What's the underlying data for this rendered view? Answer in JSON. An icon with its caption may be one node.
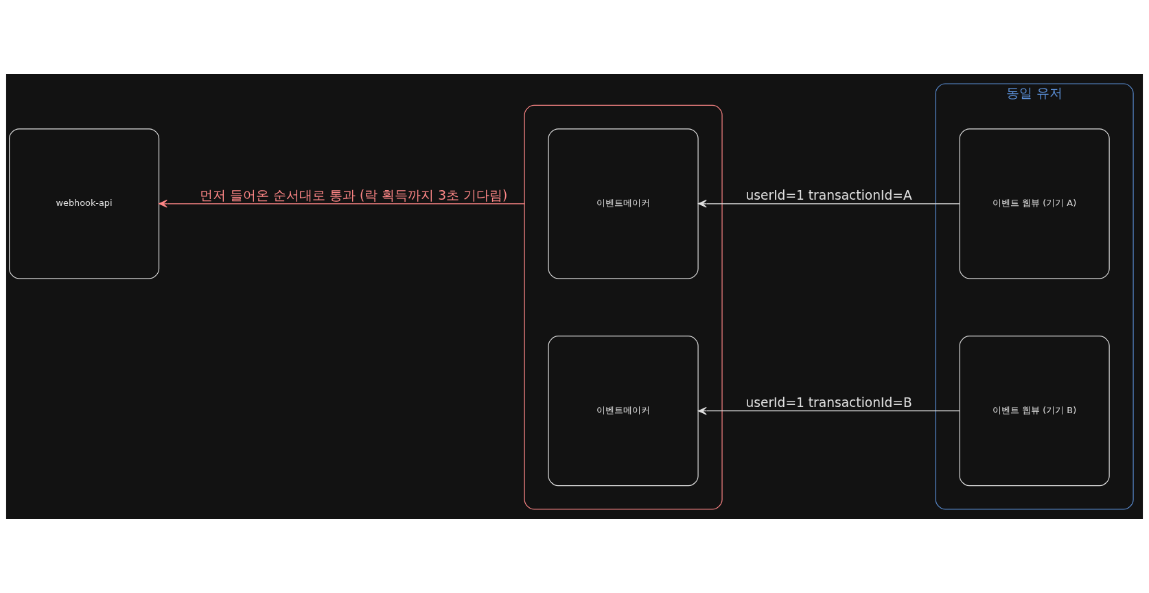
{
  "diagram": {
    "nodes": [
      {
        "text": [
          "webhook-api"
        ]
      },
      {
        "text": [],
        "shape": "box"
      },
      {
        "text": [
          "이벤트메이커"
        ],
        "in": 1
      },
      {
        "text": [
          "이벤트메이커"
        ],
        "in": 1
      },
      {
        "text": [
          "동일 유저"
        ]
      },
      {
        "text": [
          "이벤트 웹뷰 (기기 A)"
        ],
        "in": 4
      },
      {
        "text": [
          "이벤트 웹뷰 (기기 B)"
        ],
        "in": 4
      }
    ],
    "edges": [
      {
        "from": 1,
        "to": 0,
        "arrow": "to",
        "label": "먼저 들어온 순서대로 통과 (락 획득까지 3초 기다림)",
        "color": "#ff8787"
      },
      {
        "from": 5,
        "to": 2,
        "arrow": "to",
        "label": "userId=1 transactionId=A"
      },
      {
        "from": 6,
        "to": 3,
        "arrow": "to",
        "label": "userId=1 transactionId=B"
      }
    ]
  }
}
